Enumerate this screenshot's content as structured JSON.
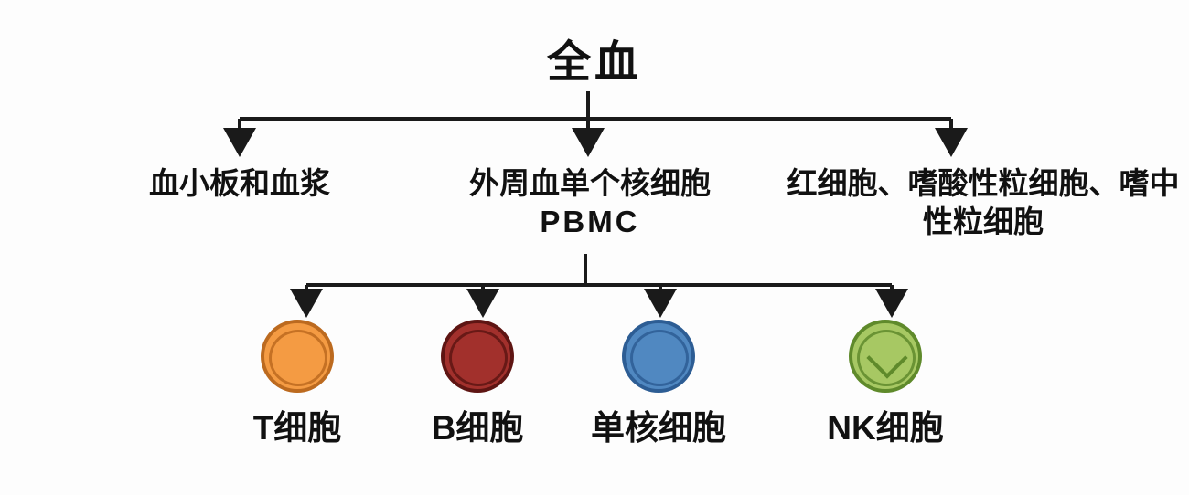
{
  "diagram": {
    "title": "全血",
    "branches": [
      {
        "label": "血小板和血浆"
      },
      {
        "label": "外周血单个核细胞",
        "sublabel": "PBMC"
      },
      {
        "label": "红细胞、嗜酸性粒细胞、嗜中性粒细胞"
      }
    ],
    "cells": [
      {
        "label": "T细胞",
        "icon": "t-cell-icon",
        "colors": {
          "fill": "#F49B43",
          "stroke": "#BC6A1F"
        }
      },
      {
        "label": "B细胞",
        "icon": "b-cell-icon",
        "colors": {
          "fill": "#A2302C",
          "stroke": "#5E1513"
        }
      },
      {
        "label": "单核细胞",
        "icon": "monocyte-icon",
        "colors": {
          "fill": "#5088C1",
          "stroke": "#2D5D94"
        }
      },
      {
        "label": "NK细胞",
        "icon": "nk-cell-icon",
        "colors": {
          "fill": "#A7C863",
          "stroke": "#5F8A2B"
        }
      }
    ],
    "line_color": "#1a1a1a"
  }
}
